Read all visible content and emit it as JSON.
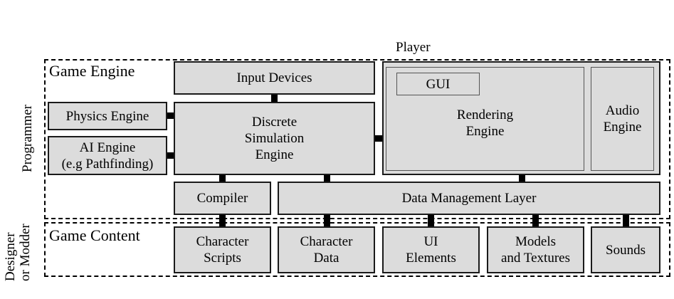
{
  "player_label": "Player",
  "side_labels": {
    "programmer": "Programmer",
    "designer_line1": "Designer",
    "designer_line2": "or Modder"
  },
  "engine": {
    "title": "Game Engine",
    "input_devices": "Input Devices",
    "physics_engine": "Physics Engine",
    "ai_engine": "AI Engine\n(e.g Pathfinding)",
    "discrete_simulation": "Discrete\nSimulation\nEngine",
    "gui": "GUI",
    "rendering_engine": "Rendering\nEngine",
    "audio_engine": "Audio\nEngine",
    "compiler": "Compiler",
    "data_management": "Data Management Layer"
  },
  "content": {
    "title": "Game Content",
    "items": [
      "Character\nScripts",
      "Character\nData",
      "UI\nElements",
      "Models\nand Textures",
      "Sounds"
    ]
  }
}
